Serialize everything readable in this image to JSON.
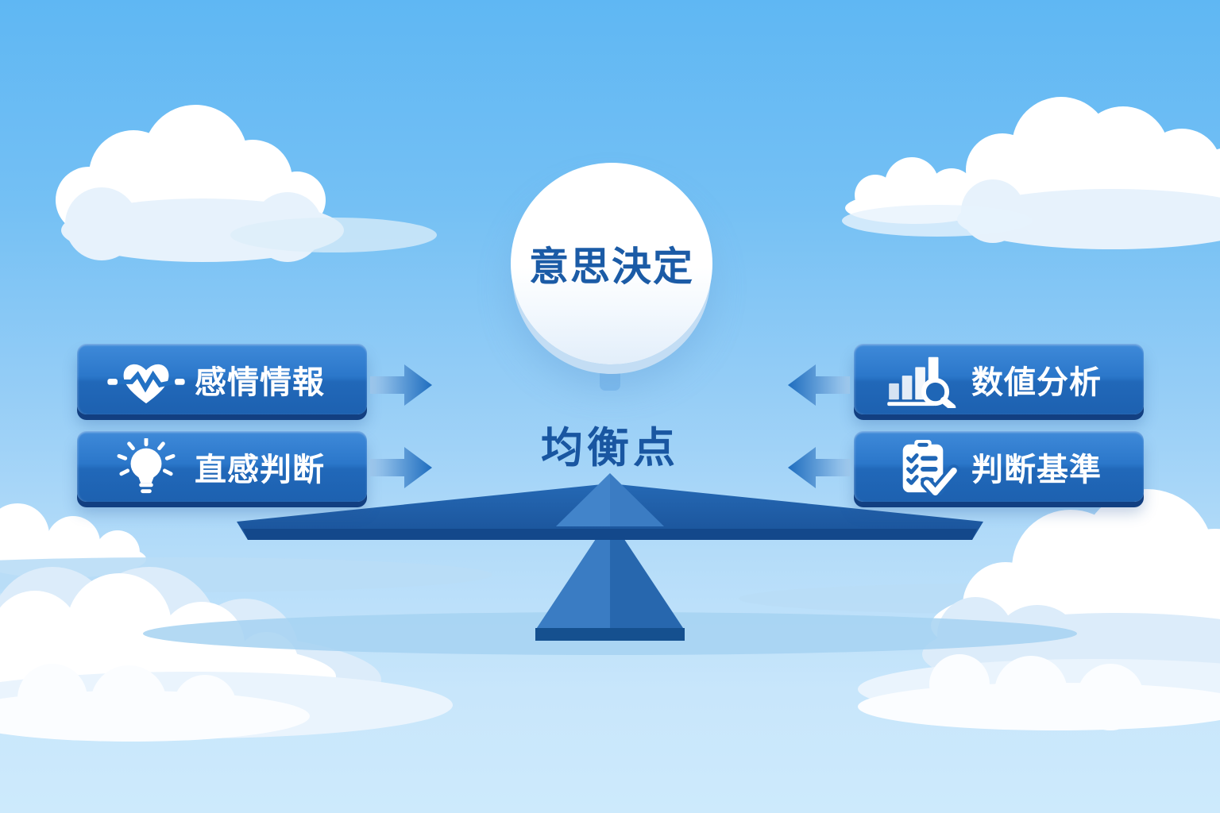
{
  "scene": {
    "decision_bubble": {
      "label": "意思決定"
    },
    "balance_label": "均衡点",
    "left_items": [
      {
        "label": "感情情報",
        "icon": "heart-pulse-icon"
      },
      {
        "label": "直感判断",
        "icon": "lightbulb-icon"
      }
    ],
    "right_items": [
      {
        "label": "数値分析",
        "icon": "bar-chart-search-icon"
      },
      {
        "label": "判断基準",
        "icon": "clipboard-check-icon"
      }
    ],
    "colors": {
      "sky_top": "#5fb7f3",
      "sky_bottom": "#cdeafc",
      "card_blue_top": "#2e7ccd",
      "card_blue_bottom": "#1d61b0",
      "card_edge": "#123f81",
      "beam_blue": "#2569b5",
      "beam_underside": "#13488b",
      "peak_triangle": "#3b7cc3",
      "fulcrum_left": "#3a7cc3",
      "fulcrum_right": "#2767ae",
      "fulcrum_base": "#15508f",
      "arrow_head": "#1e6dbf",
      "arrow_tail": "#a7d0f2",
      "bubble_text": "#1b5ba6",
      "card_text": "#ffffff",
      "ground_band": "#a6d2f1",
      "cloud_white": "#ffffff",
      "cloud_shade": "#dcecfa"
    }
  }
}
